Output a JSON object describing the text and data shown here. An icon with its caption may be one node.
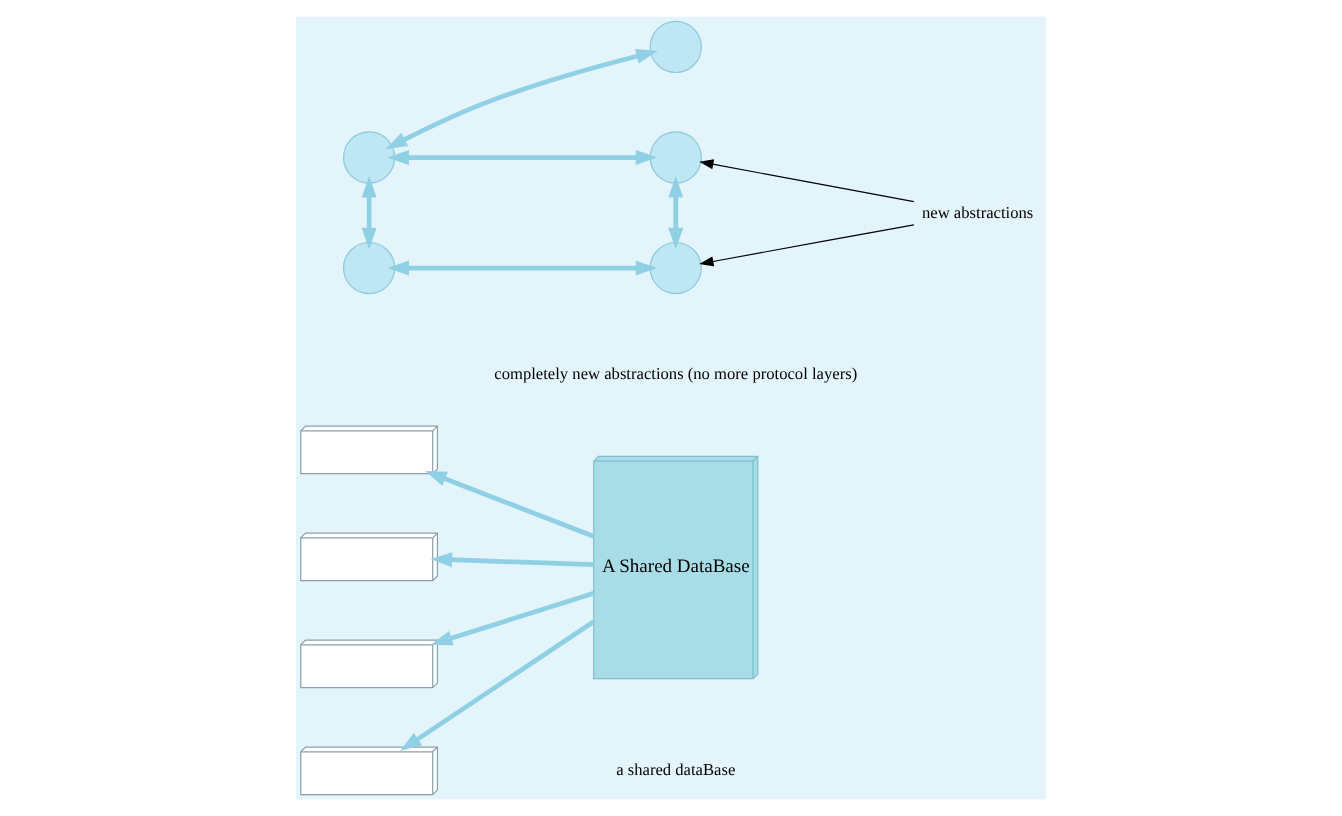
{
  "diagram": {
    "nodes": [
      {
        "text": [],
        "shape": "box"
      },
      {
        "text": [],
        "shape": "box"
      },
      {
        "text": [],
        "shape": "box"
      },
      {
        "text": [],
        "shape": "box"
      },
      {
        "text": [
          "A Shared DataBase"
        ]
      },
      {
        "text": [],
        "shape": "circle"
      },
      {
        "text": [],
        "shape": "circle"
      },
      {
        "text": [],
        "shape": "circle"
      },
      {
        "text": [],
        "shape": "circle"
      },
      {
        "text": [],
        "shape": "circle"
      },
      {
        "text": [
          "new abstractions"
        ]
      }
    ],
    "edges": [
      {
        "from": 4,
        "to": 0,
        "arrow": "to"
      },
      {
        "from": 4,
        "to": 1,
        "arrow": "to"
      },
      {
        "from": 4,
        "to": 2,
        "arrow": "to"
      },
      {
        "from": 4,
        "to": 3,
        "arrow": "to"
      },
      {
        "from": 5,
        "to": 6,
        "arrow": "both"
      },
      {
        "from": 5,
        "to": 7,
        "arrow": "both"
      },
      {
        "from": 5,
        "to": 8,
        "arrow": "both"
      },
      {
        "from": 7,
        "to": 9,
        "arrow": "both"
      },
      {
        "from": 8,
        "to": 9,
        "arrow": "both"
      },
      {
        "from": 10,
        "to": 7,
        "arrow": "to",
        "color": "#000000"
      },
      {
        "from": 10,
        "to": 9,
        "arrow": "to",
        "color": "#000000"
      }
    ],
    "labels": [
      "a shared dataBase",
      "completely new abstractions (no more protocol layers)"
    ]
  }
}
